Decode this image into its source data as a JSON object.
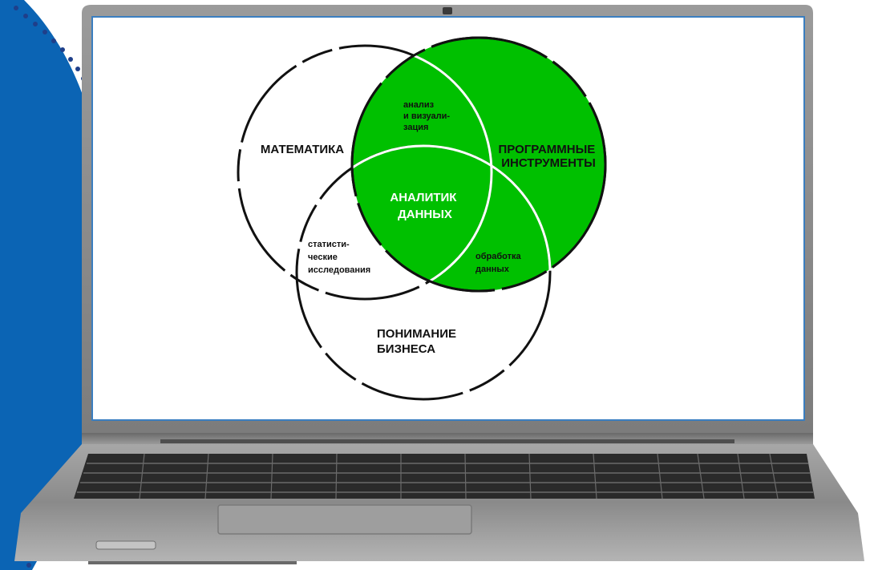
{
  "diagram": {
    "circles": {
      "mathematics": {
        "label_lines": [
          "МАТЕМАТИКА"
        ]
      },
      "software_tools": {
        "label_lines": [
          "ПРОГРАММНЫЕ",
          "ИНСТРУМЕНТЫ"
        ]
      },
      "business_understanding": {
        "label_lines": [
          "ПОНИМАНИЕ",
          "БИЗНЕСА"
        ]
      }
    },
    "intersections": {
      "analysis_visualization": {
        "label_lines": [
          "анализ",
          "и визуали-",
          "зация"
        ]
      },
      "statistical_research": {
        "label_lines": [
          "статисти-",
          "ческие",
          "исследования"
        ]
      },
      "data_processing": {
        "label_lines": [
          "обработка",
          "данных"
        ]
      }
    },
    "center": {
      "label_lines": [
        "АНАЛИТИК",
        "ДАННЫХ"
      ]
    }
  },
  "colors": {
    "highlight_green": "#00c000",
    "decor_blue": "#0b64b4",
    "laptop_silver": "#8e8e8e",
    "screen_border": "#3a7ec0"
  }
}
